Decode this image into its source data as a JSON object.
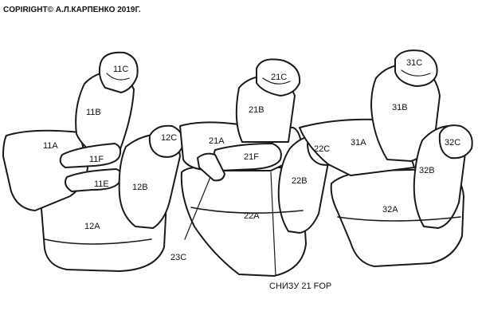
{
  "header": {
    "copyright": "COPIRIGHT© А.Л.КАРПЕНКО 2019Г."
  },
  "labels": {
    "l11C": "11C",
    "l11B": "11B",
    "l11A": "11A",
    "l11F": "11F",
    "l11E": "11E",
    "l12C": "12C",
    "l12B": "12B",
    "l12A": "12A",
    "l21C": "21C",
    "l21B": "21B",
    "l21A": "21A",
    "l21F": "21F",
    "l22A": "22A",
    "l22C": "22C",
    "l22B": "22B",
    "l23C": "23C",
    "l31C": "31C",
    "l31B": "31B",
    "l31A": "31A",
    "l32C": "32C",
    "l32B": "32B",
    "l32A": "32A"
  },
  "note": "СНИЗУ 21 FOP"
}
